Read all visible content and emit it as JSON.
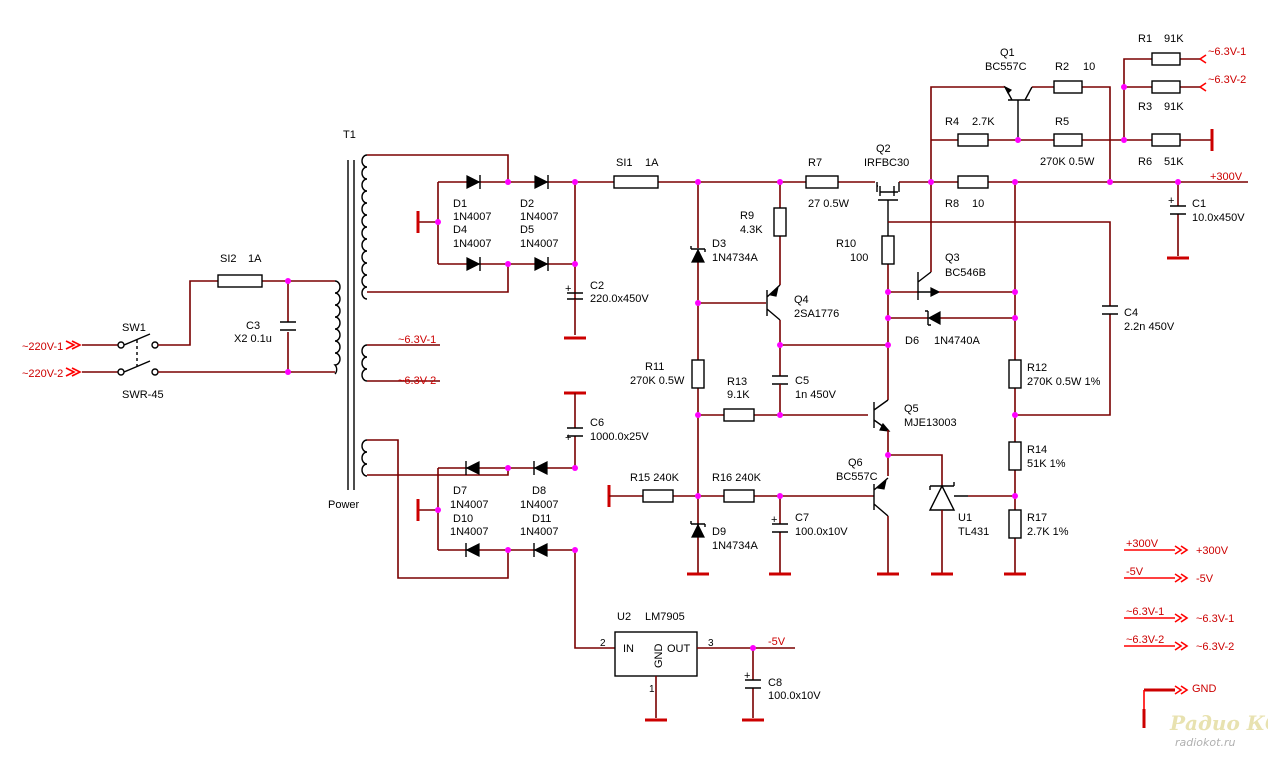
{
  "labels": {
    "T1": "T1",
    "power": "Power",
    "SW1": "SW1",
    "SWR45": "SWR-45",
    "SI2": "SI2",
    "SI2v": "1A",
    "C3": "C3",
    "C3v": "X2 0.1u",
    "in1": "~220V-1",
    "in2": "~220V-2",
    "D1": "D1",
    "D1v": "1N4007",
    "D2": "D2",
    "D2v": "1N4007",
    "D4": "D4",
    "D4v": "1N4007",
    "D5": "D5",
    "D5v": "1N4007",
    "SI1": "SI1",
    "SI1v": "1A",
    "C2": "C2",
    "C2v": "220.0x450V",
    "sec1": "~6.3V-1",
    "sec2": "~6.3V-2",
    "C6": "C6",
    "C6v": "1000.0x25V",
    "D7": "D7",
    "D7v": "1N4007",
    "D8": "D8",
    "D8v": "1N4007",
    "D10": "D10",
    "D10v": "1N4007",
    "D11": "D11",
    "D11v": "1N4007",
    "U2": "U2",
    "U2v": "LM7905",
    "IN": "IN",
    "GND": "GND",
    "OUT": "OUT",
    "p1": "1",
    "p2": "2",
    "p3": "3",
    "m5": "-5V",
    "C8": "C8",
    "C8v": "100.0x10V",
    "R9": "R9",
    "R9v": "4.3K",
    "D3": "D3",
    "D3v": "1N4734A",
    "R7": "R7",
    "R7v": "27 0.5W",
    "Q4": "Q4",
    "Q4v": "2SA1776",
    "R11": "R11",
    "R11v": "270K 0.5W",
    "R13": "R13",
    "R13v": "9.1K",
    "C5": "C5",
    "C5v": "1n 450V",
    "R15": "R15 240K",
    "R16": "R16 240K",
    "D9": "D9",
    "D9v": "1N4734A",
    "C7": "C7",
    "C7v": "100.0x10V",
    "Q2": "Q2",
    "Q2v": "IRFBC30",
    "R10": "R10",
    "R10v": "100",
    "Q3": "Q3",
    "Q3v": "BC546B",
    "D6": "D6",
    "D6v": "1N4740A",
    "Q5": "Q5",
    "Q5v": "MJE13003",
    "Q6": "Q6",
    "Q6v": "BC557C",
    "U1": "U1",
    "U1v": "TL431",
    "Q1": "Q1",
    "Q1v": "BC557C",
    "R1": "R1",
    "R1v": "91K",
    "R2": "R2",
    "R2v": "10",
    "R3": "R3",
    "R3v": "91K",
    "R4": "R4",
    "R4v": "2.7K",
    "R5": "R5",
    "R5v": "270K 0.5W",
    "R6": "R6",
    "R6v": "51K",
    "R8": "R8",
    "R8v": "10",
    "p300": "+300V",
    "C1": "C1",
    "C1v": "10.0x450V",
    "C4": "C4",
    "C4v": "2.2n 450V",
    "R12": "R12",
    "R12v": "270K 0.5W 1%",
    "R14": "R14",
    "R14v": "51K 1%",
    "R17": "R17",
    "R17v": "2.7K 1%",
    "leg300a": "+300V",
    "leg300b": "+300V",
    "leg5a": "-5V",
    "leg5b": "-5V",
    "leg63a": "~6.3V-1",
    "leg63b": "~6.3V-1",
    "leg64a": "~6.3V-2",
    "leg64b": "~6.3V-2",
    "legGnd": "GND",
    "wm1": "Радио КОТ",
    "wm2": "radiokot.ru"
  }
}
